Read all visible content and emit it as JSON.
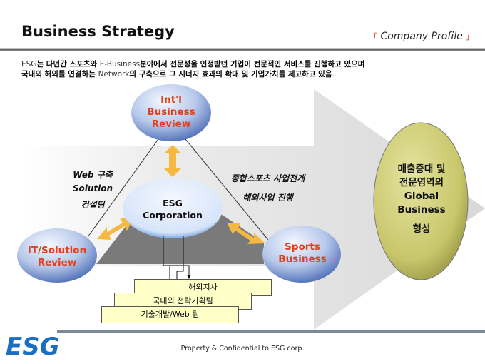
{
  "header": {
    "title": "Business Strategy",
    "section": "Company Profile",
    "bracket_open": "「",
    "bracket_close": "」"
  },
  "intro": {
    "line1": [
      {
        "t": "ESG",
        "w": false
      },
      {
        "t": "는 다년간 스포츠와 ",
        "w": true
      },
      {
        "t": "E-Business",
        "w": false
      },
      {
        "t": "분야에서 전문성을 인정받던 기업이 전문적인 서비스를 진행하고 있으며",
        "w": true
      }
    ],
    "line2": [
      {
        "t": "국내외 해외를 연결하는 ",
        "w": true
      },
      {
        "t": "Network",
        "w": false
      },
      {
        "t": "의 구축으로 그 시너지 효과의 확대 및 기업가치를 제고하고 있음",
        "w": true
      },
      {
        "t": ".",
        "w": false
      }
    ]
  },
  "diagram": {
    "top_node": [
      "Int'l",
      "Business",
      "Review"
    ],
    "center_node": [
      "ESG",
      "Corporation"
    ],
    "left_node": [
      "IT/Solution",
      "Review"
    ],
    "right_node": [
      "Sports",
      "Business"
    ],
    "left_caption": [
      "Web 구축",
      "Solution",
      "컨설팅"
    ],
    "right_caption": [
      "종합스포츠 사업전개",
      "해외사업 진행"
    ],
    "teams": [
      "해외지사",
      "국내외 전략기획팀",
      "기술개발/Web 팀"
    ],
    "goal": [
      "매출증대 및",
      "전문영역의",
      "Global",
      "Business",
      "형성"
    ]
  },
  "colors": {
    "node_text": "#e0401a",
    "arrow": "#f5b942",
    "goal": "#c8c66a"
  },
  "footer": {
    "text": "Property & Confidential to ESG corp.",
    "logo": "ESG"
  }
}
